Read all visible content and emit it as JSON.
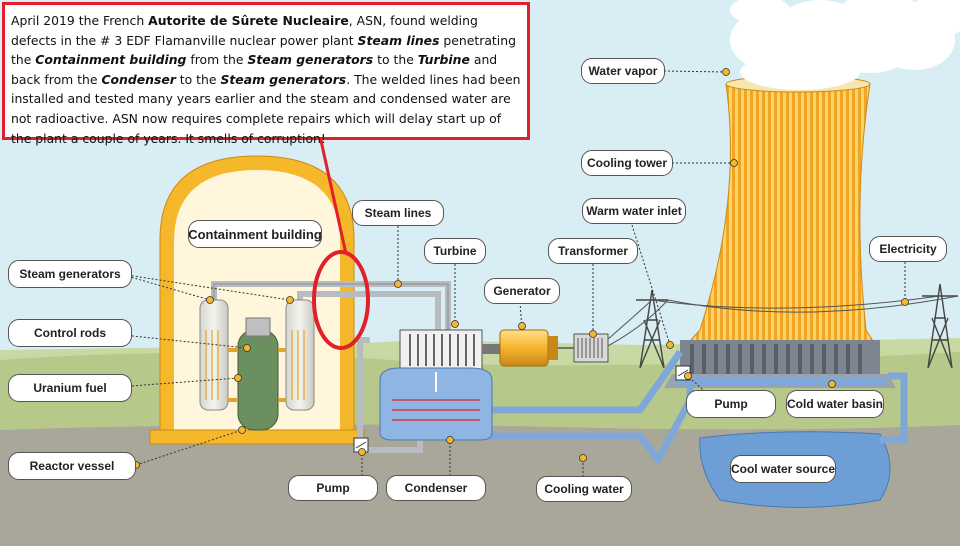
{
  "annotation": {
    "parts": [
      {
        "text": "April 2019 the French ",
        "style": "normal"
      },
      {
        "text": "Autorite de Sûrete Nucleaire",
        "style": "bold"
      },
      {
        "text": ", ASN, found welding defects in the # 3 EDF Flamanville nuclear power plant ",
        "style": "normal"
      },
      {
        "text": "Steam lines",
        "style": "bold-italic"
      },
      {
        "text": " penetrating the ",
        "style": "normal"
      },
      {
        "text": "Containment building",
        "style": "bold-italic"
      },
      {
        "text": " from the ",
        "style": "normal"
      },
      {
        "text": "Steam generators",
        "style": "bold-italic"
      },
      {
        "text": " to the ",
        "style": "normal"
      },
      {
        "text": "Turbine",
        "style": "bold-italic"
      },
      {
        "text": " and back from the ",
        "style": "normal"
      },
      {
        "text": "Condenser",
        "style": "bold-italic"
      },
      {
        "text": "  to the ",
        "style": "normal"
      },
      {
        "text": "Steam generators",
        "style": "bold-italic"
      },
      {
        "text": ". The welded lines had been installed and tested many years earlier and the steam and condensed water are not radioactive. ASN now requires complete repairs which will delay start up of the plant a couple of years. It smells of corruption!",
        "style": "normal"
      }
    ]
  },
  "labels": {
    "containment_building": "Containment building",
    "steam_generators": "Steam generators",
    "control_rods": "Control rods",
    "uranium_fuel": "Uranium fuel",
    "reactor_vessel": "Reactor vessel",
    "steam_lines": "Steam lines",
    "turbine": "Turbine",
    "generator": "Generator",
    "transformer": "Transformer",
    "warm_water_inlet": "Warm water inlet",
    "water_vapor": "Water vapor",
    "cooling_tower": "Cooling tower",
    "electricity": "Electricity",
    "pump_left": "Pump",
    "pump_right": "Pump",
    "condenser": "Condenser",
    "cooling_water": "Cooling water",
    "cold_water_basin": "Cold water basin",
    "cool_water_source": "Cool water source"
  },
  "colors": {
    "highlight_red": "#e0202a",
    "containment_yellow": "#f5b82a",
    "steam_pipe_gray": "#b8bcc0",
    "water_blue": "#7fa8d8",
    "ground_green": "#b6c98a",
    "sky": "#d9eef4",
    "tower_orange": "#f4b030"
  }
}
